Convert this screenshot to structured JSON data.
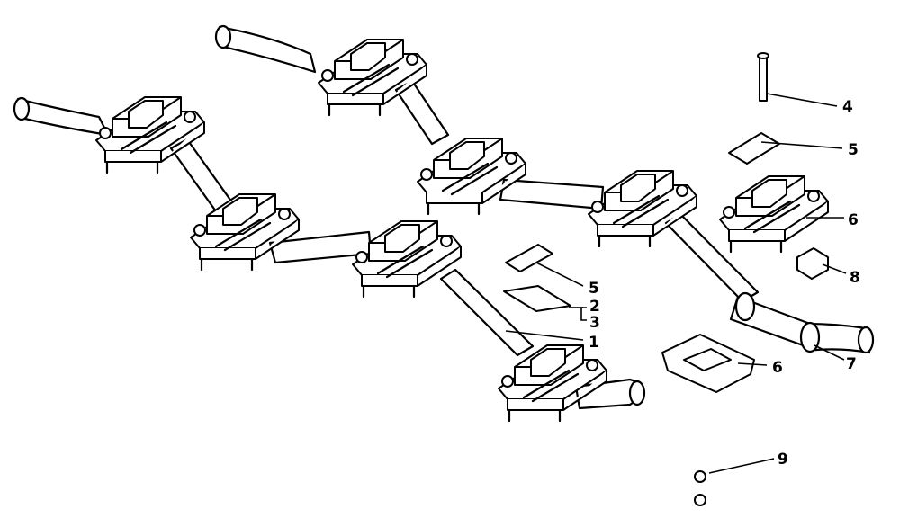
{
  "colors": {
    "line": "#000000",
    "background": "#ffffff"
  },
  "callouts": {
    "c4": "4",
    "c5a": "5",
    "c6a": "6",
    "c8": "8",
    "c5b": "5",
    "c2": "2",
    "c3": "3",
    "c1": "1",
    "c6b": "6",
    "c7": "7",
    "c9": "9"
  }
}
